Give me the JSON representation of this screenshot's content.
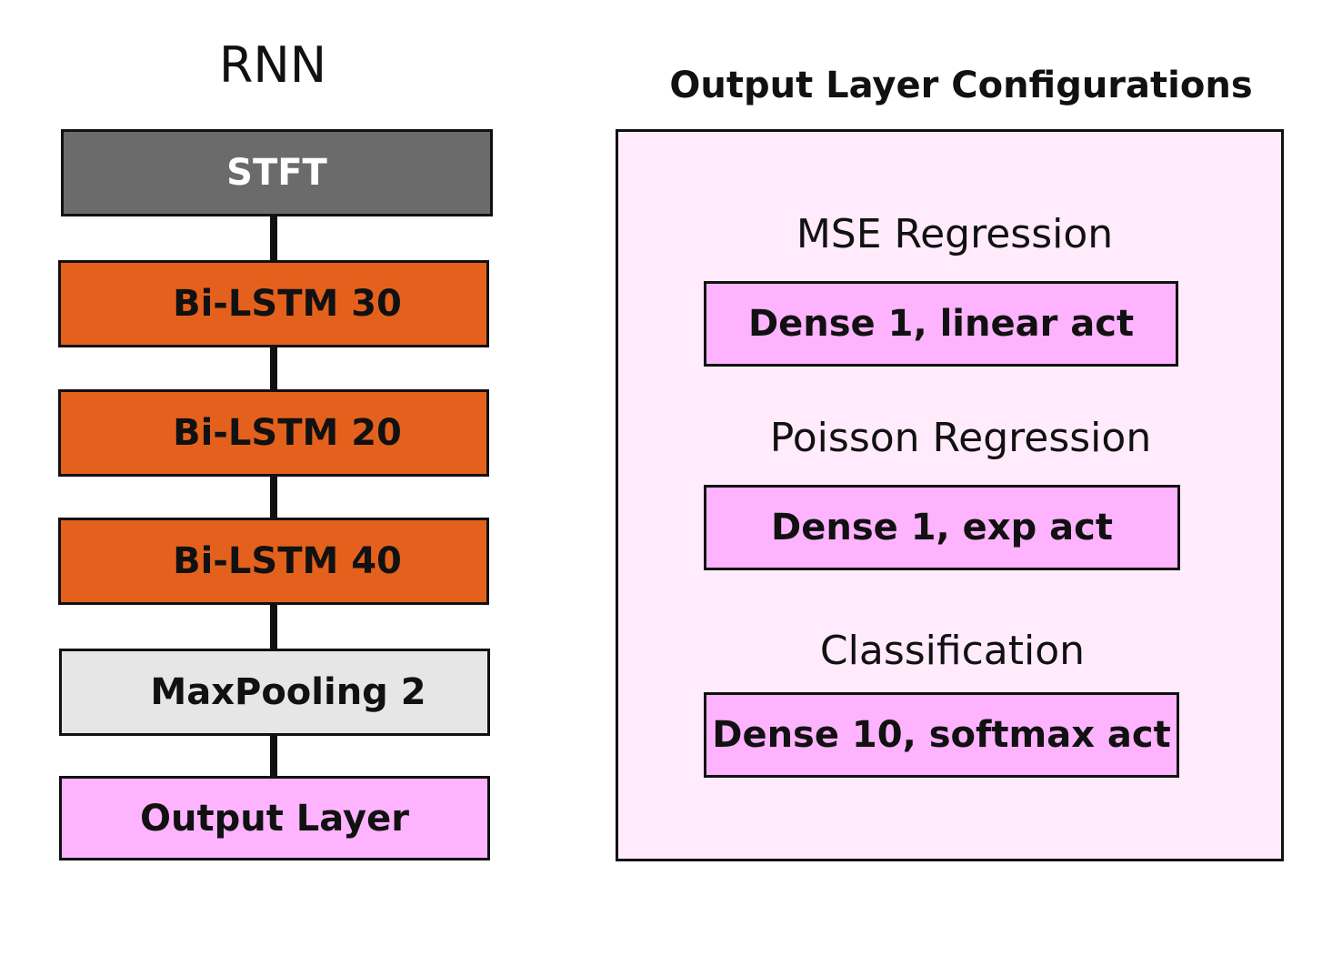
{
  "rnn": {
    "title": "RNN",
    "layers": [
      {
        "label": "STFT"
      },
      {
        "label": "Bi-LSTM 30"
      },
      {
        "label": "Bi-LSTM 20"
      },
      {
        "label": "Bi-LSTM 40"
      },
      {
        "label": "MaxPooling 2"
      },
      {
        "label": "Output Layer"
      }
    ]
  },
  "output_configs": {
    "title": "Output Layer Configurations",
    "items": [
      {
        "heading": "MSE Regression",
        "layer": "Dense 1, linear act"
      },
      {
        "heading": "Poisson Regression",
        "layer": "Dense 1, exp act"
      },
      {
        "heading": "Classification",
        "layer": "Dense 10, softmax act"
      }
    ]
  },
  "colors": {
    "stft": "#6b6b6b",
    "bi_lstm": "#e4611d",
    "maxpooling": "#e6e6e6",
    "output_layer": "#fdb3fd",
    "config_panel": "#ffebfc"
  }
}
